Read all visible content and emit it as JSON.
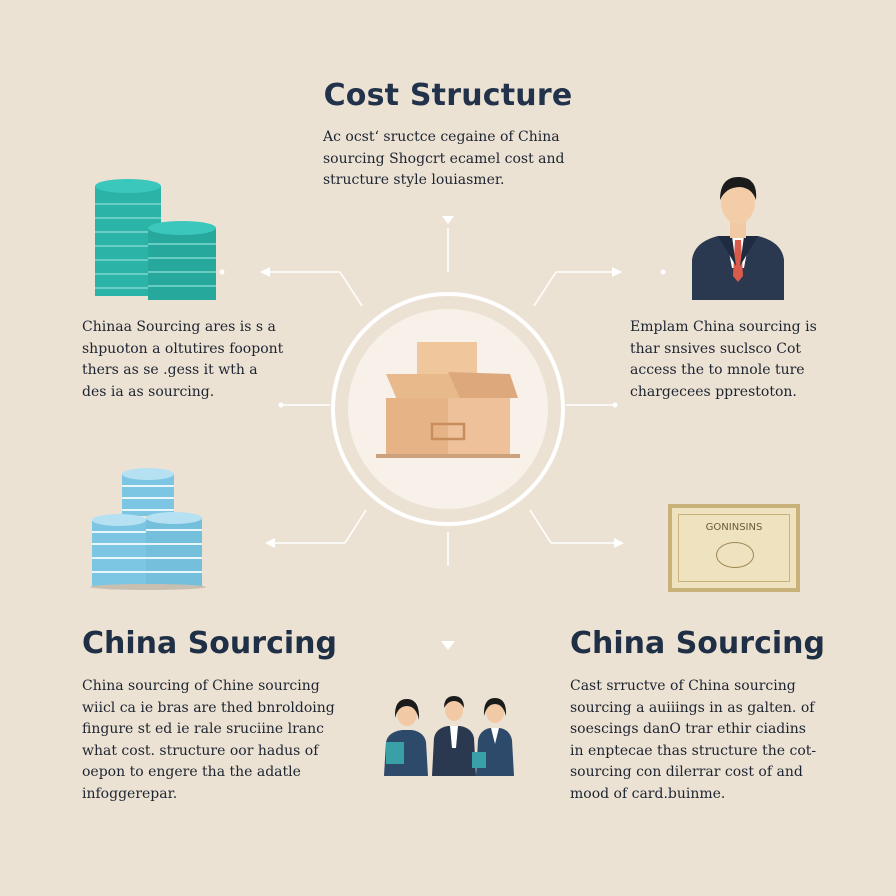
{
  "header": {
    "title": "Cost Structure",
    "subtitle_lines": [
      "Ac ocstʻ sructce cegaine of China",
      "sourcing Shogcrt ecamel cost and",
      "structure style louiasmer."
    ]
  },
  "left_top": {
    "lines": [
      "Chinaa Sourcing ares is s a",
      "shpuoton a oltutires foopont",
      "thers as se .gess it wth a",
      "des ia as sourcing."
    ]
  },
  "right_top": {
    "lines": [
      "Emplam China sourcing is",
      "thar snsives suclsco Cot",
      "access the to mnole ture",
      "chargecees pprestoton."
    ]
  },
  "bottom_left": {
    "heading": "China Sourcing",
    "lines": [
      "China sourcing of Chine sourcing",
      "wiicl ca ie bras are thed bnroldoing",
      "fingure st ed ie rale sruciine lranc",
      "what cost. structure oor hadus of",
      "oepon to engere tha the adatle",
      "infoggerepar."
    ]
  },
  "bottom_right": {
    "heading": "China Sourcing",
    "lines": [
      "Cast srructve of China sourcing",
      "sourcing a auiiings in as galten. of",
      "soescings danO trar ethir ciadins",
      "in enptecae thas structure the cot-",
      "sourcing con dilerrar cost of and",
      "mood of card.buinme."
    ]
  },
  "certificate": {
    "label": "GONINSINS"
  },
  "colors": {
    "background": "#ece2d4",
    "teal": "#2bb3a8",
    "lightblue": "#8fd0e8",
    "navy": "#2a3850",
    "box": "#e8b98a"
  },
  "icons": [
    "teal-coin-stacks-icon",
    "businessman-icon",
    "cardboard-box-icon",
    "blue-coin-stack-icon",
    "certificate-icon",
    "business-team-icon"
  ]
}
